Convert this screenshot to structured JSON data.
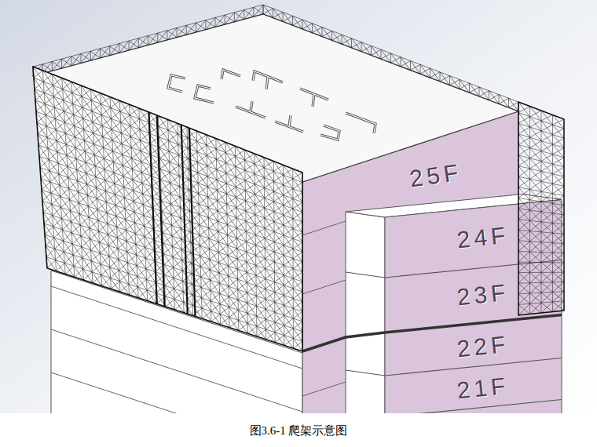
{
  "diagram": {
    "caption": "图3.6-1 爬架示意图",
    "labels": [
      "25F",
      "24F",
      "23F",
      "22F",
      "21F"
    ]
  }
}
